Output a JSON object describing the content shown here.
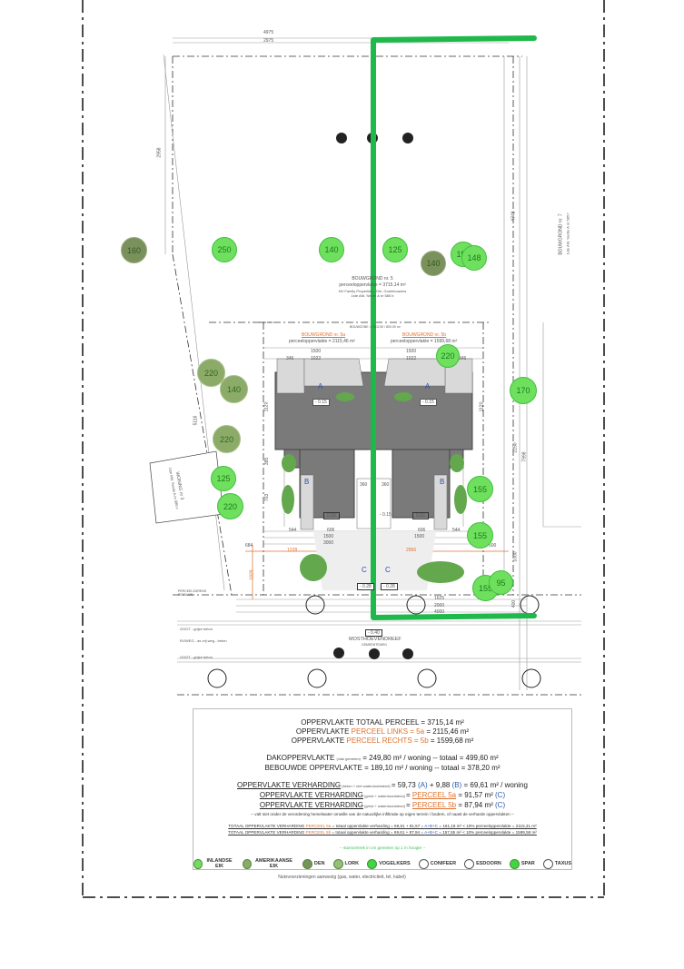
{
  "dimensions": {
    "top_outer": "4975",
    "top_inner": "2975",
    "left_side": "2958",
    "left_slant": "5116",
    "right_side": "4748",
    "right_lower": "7998",
    "right_lower2": "2250",
    "depth_1120": "1120",
    "d385": "385",
    "d705": "703",
    "d684": "684",
    "d1829": "1829",
    "d1000": "1000",
    "d500": "500",
    "w1500": "1500",
    "w1022": "1022",
    "w346": "346",
    "w544": "544",
    "w606": "606",
    "w3000": "3000",
    "w360": "360",
    "w1228": "1228",
    "w2956": "2956",
    "w1625": "1625",
    "w2000": "2000",
    "w4000": "4000",
    "w400": "400"
  },
  "plot": {
    "title": "BOUWGROND nr. 5",
    "area": "perceeloppervlakte = 3715,14 m²",
    "owner": "NV Family Properties - Dhr. Goetelouwers",
    "cadastre": "1ste Afd. Sectie A nr 585 b",
    "zone": "BOUWZONE = 1502,50 / 800,00 m²",
    "lot_a_title": "BOUWGROND nr. 5a",
    "lot_a_area": "perceeloppervlakte = 2115,46 m²",
    "lot_b_title": "BOUWGROND nr. 5b",
    "lot_b_area": "perceeloppervlakte = 1599,68 m²",
    "neighbor_right": "BOUWGROND nr. 7",
    "neighbor_right_cad": "1ste Afd. Sectie A nr 585 f",
    "neighbor_left": "WONING nr 3",
    "neighbor_left_cad": "1ste Afd. Sectie A nr 585 c"
  },
  "zones": {
    "a": "A",
    "b": "B",
    "c": "C",
    "level_a": "- 0.15",
    "level_floor": "0.00",
    "level_c": "- 0.28",
    "level_street": "- 0.40",
    "level_drive": "- 0.15"
  },
  "street": {
    "gutter": "GOOT - grijze beton",
    "road": "RIJWEG - as vrij weg - beton",
    "name": "MOSTHOEVENDREEF",
    "municipality": "GEMEENTEWEG",
    "boundary": "PERCEELSGRENS ROOILIJN"
  },
  "trees": [
    "160",
    "250",
    "140",
    "125",
    "140",
    "155",
    "148",
    "220",
    "220",
    "140",
    "220",
    "125",
    "220",
    "170",
    "155",
    "155",
    "155",
    "95"
  ],
  "summary": {
    "l1_a": "OPPERVLAKTE TOTAAL PERCEEL = 3715,14 m²",
    "l2_a": "OPPERVLAKTE ",
    "l2_b": "PERCEEL LINKS = 5a",
    "l2_c": " = 2115,46 m²",
    "l3_a": "OPPERVLAKTE ",
    "l3_b": "PERCEEL RECHTS = 5b",
    "l3_c": " = 1599,68 m²",
    "l4_a": "DAKOPPERVLAKTE ",
    "l4_s": "(vlak gemeten)",
    "l4_c": " = 249,80 m² / woning -- totaal = 499,60 m²",
    "l5": "BEBOUWDE OPPERVLAKTE = 189,10 m² / woning -- totaal = 378,20 m²",
    "l6_a": "OPPERVLAKTE  VERHARDING",
    "l6_s": " (beton + niet waterdoorlatend) ",
    "l6_c": "= 59,73 ",
    "l6_d": "(A)",
    "l6_e": " + 9,88 ",
    "l6_f": "(B)",
    "l6_g": " = 69,61 m² / woning",
    "l7_a": "OPPERVLAKTE  VERHARDING",
    "l7_s": " (grind + waterdoorlatend) ",
    "l7_c": "= ",
    "l7_d": "PERCEEL 5a",
    "l7_e": " = 91,57 m² ",
    "l7_f": "(C)",
    "l8_a": "OPPERVLAKTE  VERHARDING",
    "l8_s": " (grind + waterdoorlatend) ",
    "l8_c": "= ",
    "l8_d": "PERCEEL 5b",
    "l8_e": " = 87,94 m² ",
    "l8_f": "(C)",
    "note": "-- valt niet onder de verordening hemelwater omwille van de natuurlijke infiltratie op eigen terrein / bodem, of naast de verharde oppervlakten --",
    "t1_a": "TOTAAL OPPERVLAKTE VERHARDING ",
    "t1_b": "PERCEEL 5a",
    "t1_c": " = totaal oppervlakte verharding = 69,61 + 91,57 = ",
    "t1_d": "A+B+C",
    "t1_e": " = 161,18 m² < 10% perceeloppervlakte = 2115,31 m²",
    "t2_a": "TOTAAL OPPERVLAKTE VERHARDING ",
    "t2_b": "PERCEEL 5b",
    "t2_c": " = totaal oppervlakte verharding = 69,61 + 87,94 = ",
    "t2_d": "A+B+C",
    "t2_e": " = 157,55 m² < 10% perceeloppervlakte = 1599,58 m²",
    "trunk_note": "-- stamomtrek in cm gemeten op 1 m hoogte --"
  },
  "legend": [
    {
      "label": "INLANDSE EIK",
      "color": "#6fe05e"
    },
    {
      "label": "AMERIKAANSE EIK",
      "color": "#8cab68"
    },
    {
      "label": "DEN",
      "color": "#7b915c"
    },
    {
      "label": "LORK",
      "color": "#9bbd7a"
    },
    {
      "label": "VOGELKERS",
      "color": "#3ed83e"
    },
    {
      "label": "CONIFEER",
      "color": "#ffffff"
    },
    {
      "label": "ESDOORN",
      "color": "#ffffff"
    },
    {
      "label": "SPAR",
      "color": "#3ed83e"
    },
    {
      "label": "TAXUS",
      "color": "#ffffff"
    }
  ],
  "footer": "Nutsvoorzieningen aanwezig (gas, water, electriciteit, tel, kabel)",
  "colors": {
    "highlight_line": "#1fb84a",
    "orange": "#e0702c",
    "blue": "#2b5bb0"
  }
}
